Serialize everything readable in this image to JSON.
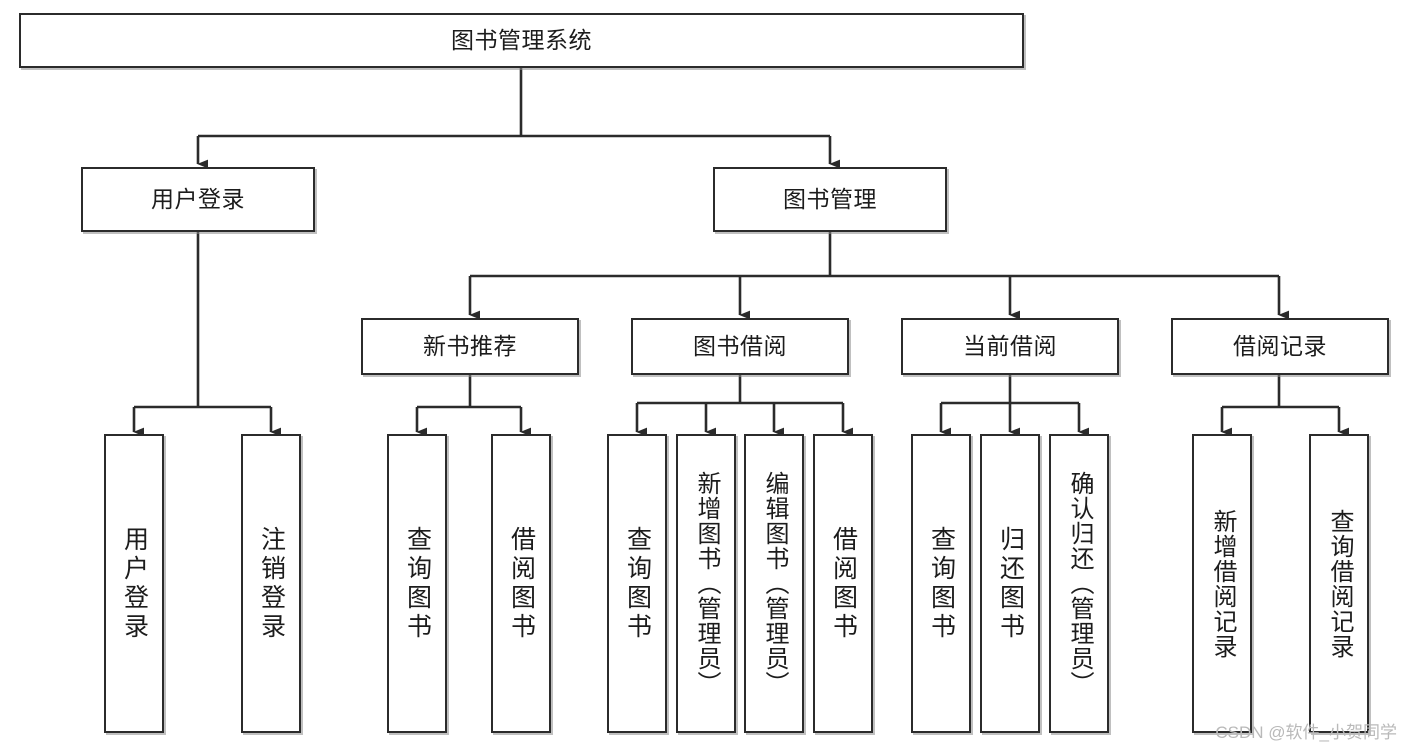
{
  "diagram": {
    "title": "图书管理系统",
    "type": "tree-hierarchy-chart",
    "watermark": "CSDN @软件_小贺同学",
    "colors": {
      "box_border": "#2b2b2b",
      "box_fill": "#ffffff",
      "edge": "#2b2b2b",
      "text": "#1c1c1c",
      "watermark": "#b9b9b9",
      "background": "#ffffff"
    },
    "root": {
      "label": "图书管理系统"
    },
    "level2": [
      {
        "label": "用户登录"
      },
      {
        "label": "图书管理"
      }
    ],
    "level3": [
      {
        "label": "新书推荐"
      },
      {
        "label": "图书借阅"
      },
      {
        "label": "当前借阅"
      },
      {
        "label": "借阅记录"
      }
    ],
    "leaves": {
      "user_login": [
        {
          "label": "用户登录"
        },
        {
          "label": "注销登录"
        }
      ],
      "new_book_recommend": [
        {
          "label": "查询图书"
        },
        {
          "label": "借阅图书"
        }
      ],
      "book_borrow": [
        {
          "label": "查询图书"
        },
        {
          "label": "新增图书（管理员）"
        },
        {
          "label": "编辑图书（管理员）"
        },
        {
          "label": "借阅图书"
        }
      ],
      "current_borrow": [
        {
          "label": "查询图书"
        },
        {
          "label": "归还图书"
        },
        {
          "label": "确认归还（管理员）"
        }
      ],
      "borrow_record": [
        {
          "label": "新增借阅记录"
        },
        {
          "label": "查询借阅记录"
        }
      ]
    }
  }
}
